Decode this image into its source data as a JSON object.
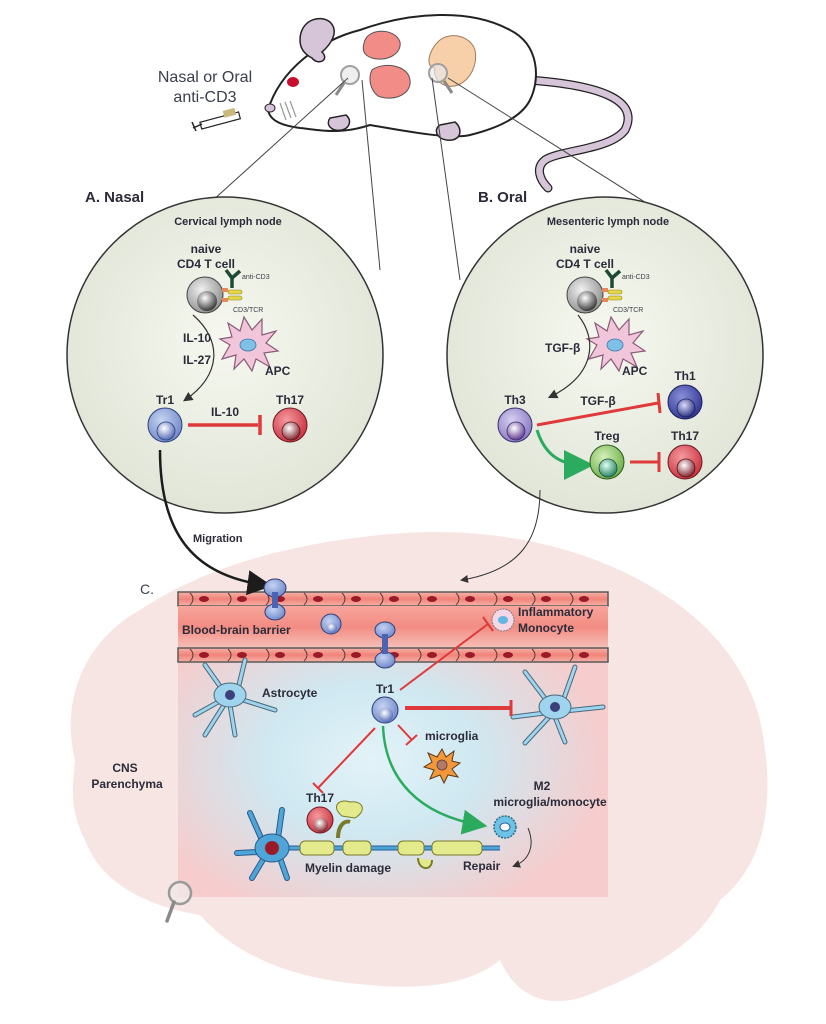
{
  "figure": {
    "mouse": {
      "route_label_line1": "Nasal or Oral",
      "route_label_line2": "anti-CD3"
    },
    "panel_a": {
      "title": "A. Nasal",
      "node_label": "Cervical lymph node",
      "naive_line1": "naive",
      "naive_line2": "CD4 T cell",
      "antibody": "anti-CD3",
      "receptor": "CD3/TCR",
      "cytokine1": "IL-10",
      "cytokine2": "IL-27",
      "apc": "APC",
      "reg_cell": "Tr1",
      "target_cell": "Th17",
      "inhibit_label": "IL-10"
    },
    "panel_b": {
      "title": "B. Oral",
      "node_label": "Mesenteric lymph node",
      "naive_line1": "naive",
      "naive_line2": "CD4 T cell",
      "antibody": "anti-CD3",
      "receptor": "CD3/TCR",
      "cytokine": "TGF-β",
      "apc": "APC",
      "reg_cell": "Th3",
      "target1": "Th1",
      "inhibit_label": "TGF-β",
      "treg": "Treg",
      "target2": "Th17"
    },
    "panel_c": {
      "title": "C.",
      "migration": "Migration",
      "bbb": "Blood-brain barrier",
      "monocyte_line1": "Inflammatory",
      "monocyte_line2": "Monocyte",
      "astrocyte": "Astrocyte",
      "tr1": "Tr1",
      "microglia": "microglia",
      "th17": "Th17",
      "m2_line1": "M2",
      "m2_line2": "microglia/monocyte",
      "myelin": "Myelin damage",
      "repair": "Repair",
      "cns_line1": "CNS",
      "cns_line2": "Parenchyma"
    },
    "colors": {
      "inhibit": "#e0393b",
      "promote": "#2bab5e",
      "tr1": "#8fa6dc",
      "th17": "#d9414a",
      "th1": "#3f48a3",
      "th3": "#9c8ccc",
      "treg": "#7dc35a",
      "apc": "#f2c6da",
      "organs_lung": "#f28c86",
      "organs_gut": "#f7cfa8",
      "mouse_paw": "#d6c4d8",
      "brain": "#f7e4e2",
      "cns_box": "#f8d3d3",
      "vessel": "#f39a92",
      "astro": "#9fd4ef",
      "microglia": "#f3983a",
      "myelin": "#e2ea8c"
    }
  }
}
